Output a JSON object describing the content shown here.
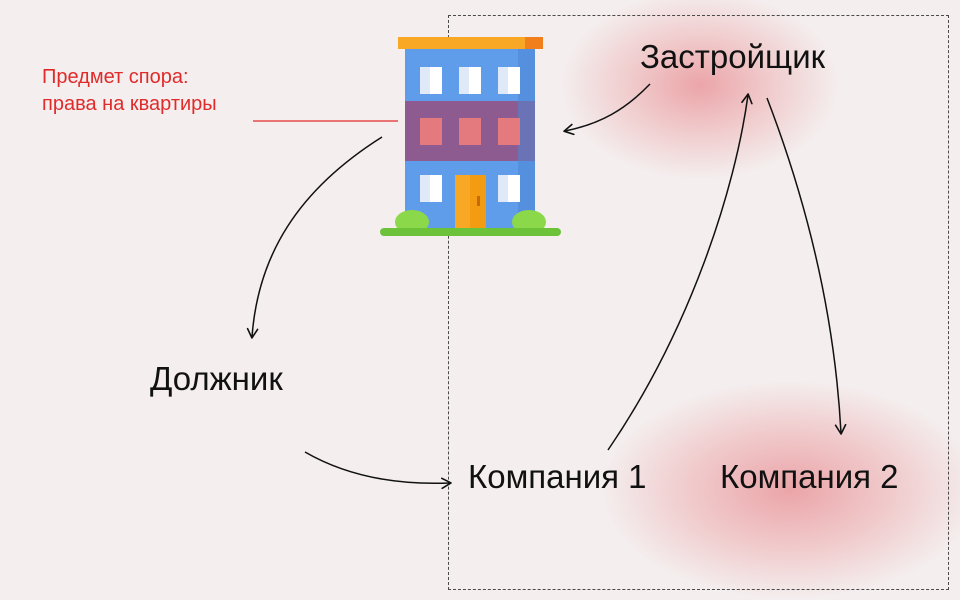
{
  "subject": {
    "line1": "Предмет спора:",
    "line2": "права на квартиры"
  },
  "nodes": {
    "developer": "Застройщик",
    "debtor": "Должник",
    "company1": "Компания 1",
    "company2": "Компания 2"
  },
  "icons": {
    "building": "apartment-building-icon"
  },
  "colors": {
    "background": "#f4eeee",
    "accent_red": "#e02b2b",
    "glow": "#e88c91",
    "arrow": "#111111",
    "dashed_border": "#4a4a4a"
  }
}
